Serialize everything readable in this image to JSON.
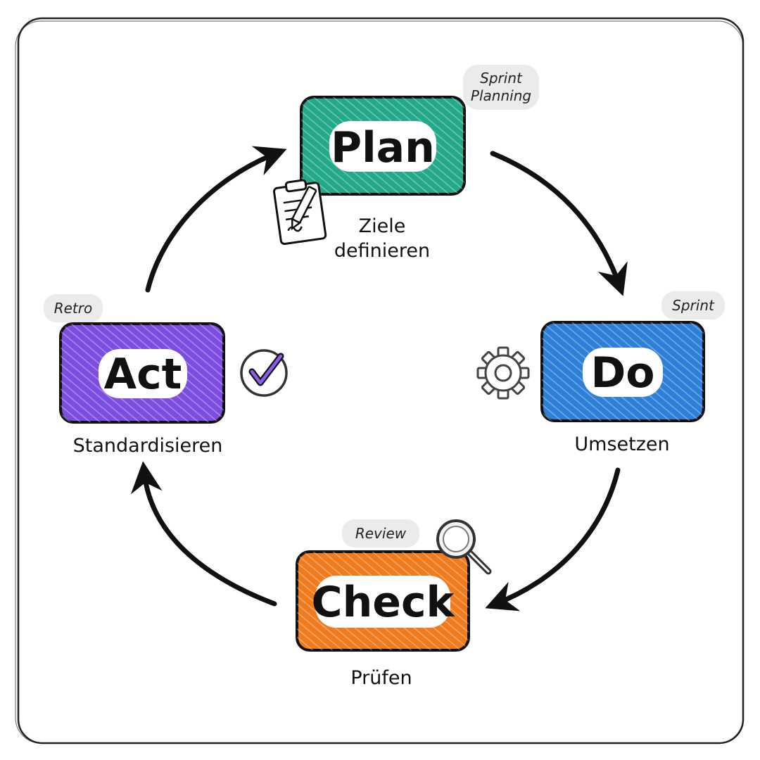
{
  "stages": [
    {
      "id": "plan",
      "title": "Plan",
      "description": [
        "Ziele",
        "definieren"
      ],
      "tag": [
        "Sprint",
        "Planning"
      ],
      "color": "#23a98a",
      "icon": "clipboard-icon"
    },
    {
      "id": "do",
      "title": "Do",
      "description": [
        "Umsetzen"
      ],
      "tag": [
        "Sprint"
      ],
      "color": "#2d7fd8",
      "icon": "gear-icon"
    },
    {
      "id": "check",
      "title": "Check",
      "description": [
        "Prüfen"
      ],
      "tag": [
        "Review"
      ],
      "color": "#f07b1e",
      "icon": "magnifier-icon"
    },
    {
      "id": "act",
      "title": "Act",
      "description": [
        "Standardisieren"
      ],
      "tag": [
        "Retro"
      ],
      "color": "#7b4ee0",
      "icon": "checkmark-icon"
    }
  ],
  "colors": {
    "outline": "#111111",
    "frame": "#222222",
    "tag_bg": "#ebebeb",
    "background": "#ffffff"
  }
}
